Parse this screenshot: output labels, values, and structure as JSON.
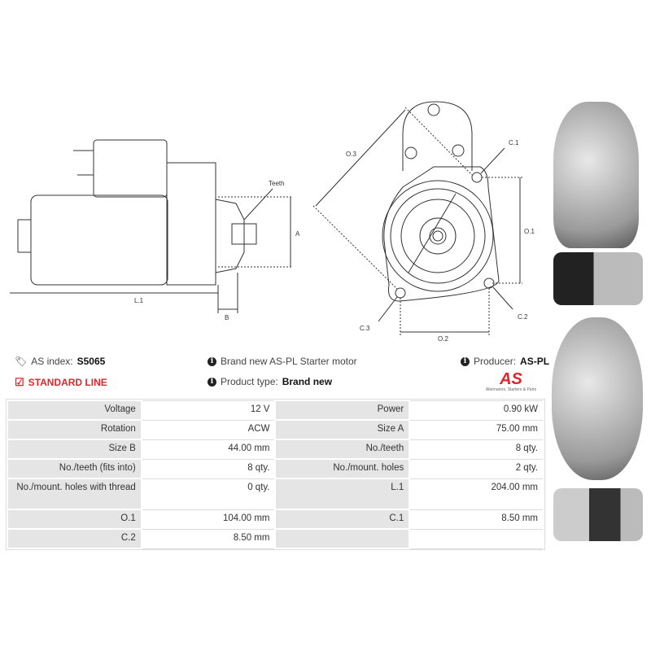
{
  "drawing": {
    "teeth_label": "Teeth",
    "a_label": "A",
    "l1_label": "L.1",
    "b_label": "B",
    "o3_label": "O.3",
    "c1_label": "C.1",
    "o1_label": "O.1",
    "c2_label": "C.2",
    "c3_label": "C.3",
    "o2_label": "O.2"
  },
  "info": {
    "index_label": "AS index:",
    "index_value": "S5065",
    "description": "Brand new AS-PL Starter motor",
    "producer_label": "Producer:",
    "producer_value": "AS-PL",
    "line": "STANDARD LINE",
    "type_label": "Product type:",
    "type_value": "Brand new",
    "logo_text": "AS",
    "logo_tagline": "Alternators, Starters & Parts"
  },
  "colors": {
    "accent": "#e0262c",
    "label_bg": "#e5e5e5"
  },
  "specs": [
    [
      "Voltage",
      "12 V",
      "Power",
      "0.90 kW"
    ],
    [
      "Rotation",
      "ACW",
      "Size A",
      "75.00 mm"
    ],
    [
      "Size B",
      "44.00 mm",
      "No./teeth",
      "8 qty."
    ],
    [
      "No./teeth (fits into)",
      "8 qty.",
      "No./mount. holes",
      "2 qty."
    ],
    [
      "No./mount. holes with thread",
      "0 qty.",
      "L.1",
      "204.00 mm"
    ],
    [
      "O.1",
      "104.00 mm",
      "C.1",
      "8.50 mm"
    ],
    [
      "C.2",
      "8.50 mm",
      "",
      ""
    ]
  ]
}
